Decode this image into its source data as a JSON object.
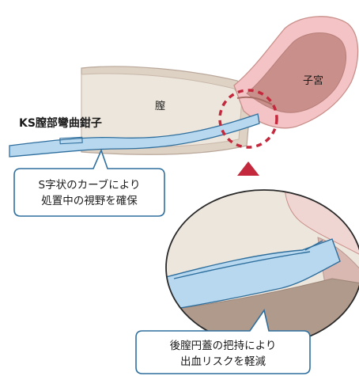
{
  "labels": {
    "uterus": "子宮",
    "vagina": "膣",
    "instrument": "KS膣部彎曲鉗子"
  },
  "callouts": {
    "top": {
      "line1": "S字状のカーブにより",
      "line2": "処置中の視野を確保"
    },
    "bottom": {
      "line1": "後膣円蓋の把持により",
      "line2": "出血リスクを軽減"
    }
  },
  "colors": {
    "tissue_fill": "#ede6dc",
    "tissue_stroke": "#b9a79a",
    "uterus_pink": "#f3c3c6",
    "uterus_dark": "#c98f8a",
    "instrument_blue": "#b7d8ee",
    "outline_blue": "#2f6f9e",
    "accent_red": "#c4283c"
  }
}
